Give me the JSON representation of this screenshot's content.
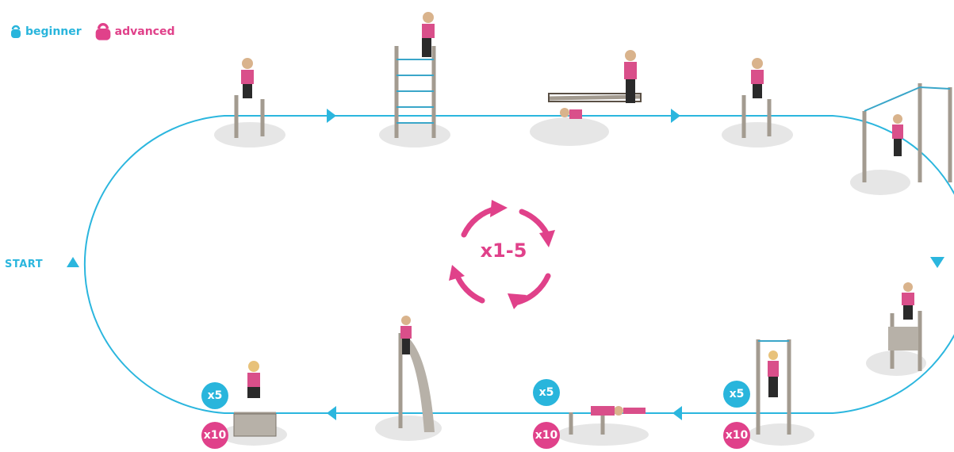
{
  "colors": {
    "beginner": "#29b5dc",
    "advanced": "#e0418a",
    "track": "#2bb6de",
    "shadow": "#e6e6e6",
    "post": "#b7b1a8",
    "figure_shirt": "#d94f8a",
    "figure_pants": "#2a2a2a"
  },
  "legend": {
    "beginner": "beginner",
    "advanced": "advanced"
  },
  "start_label": "START",
  "repeat_label": "x1-5",
  "stations": [
    {
      "name": "vault-bar",
      "badges": []
    },
    {
      "name": "climbing-ladder",
      "badges": []
    },
    {
      "name": "net-crawl",
      "badges": []
    },
    {
      "name": "vault-bar",
      "badges": []
    },
    {
      "name": "monkey-bars-rings",
      "badges": []
    },
    {
      "name": "wall-climb",
      "badges": []
    },
    {
      "name": "rings-pull-up",
      "badges": [
        "x5",
        "x10"
      ]
    },
    {
      "name": "push-up-bar",
      "badges": [
        "x5",
        "x10"
      ]
    },
    {
      "name": "curved-net-wall",
      "badges": []
    },
    {
      "name": "box-jump",
      "badges": [
        "x5",
        "x10"
      ]
    }
  ]
}
